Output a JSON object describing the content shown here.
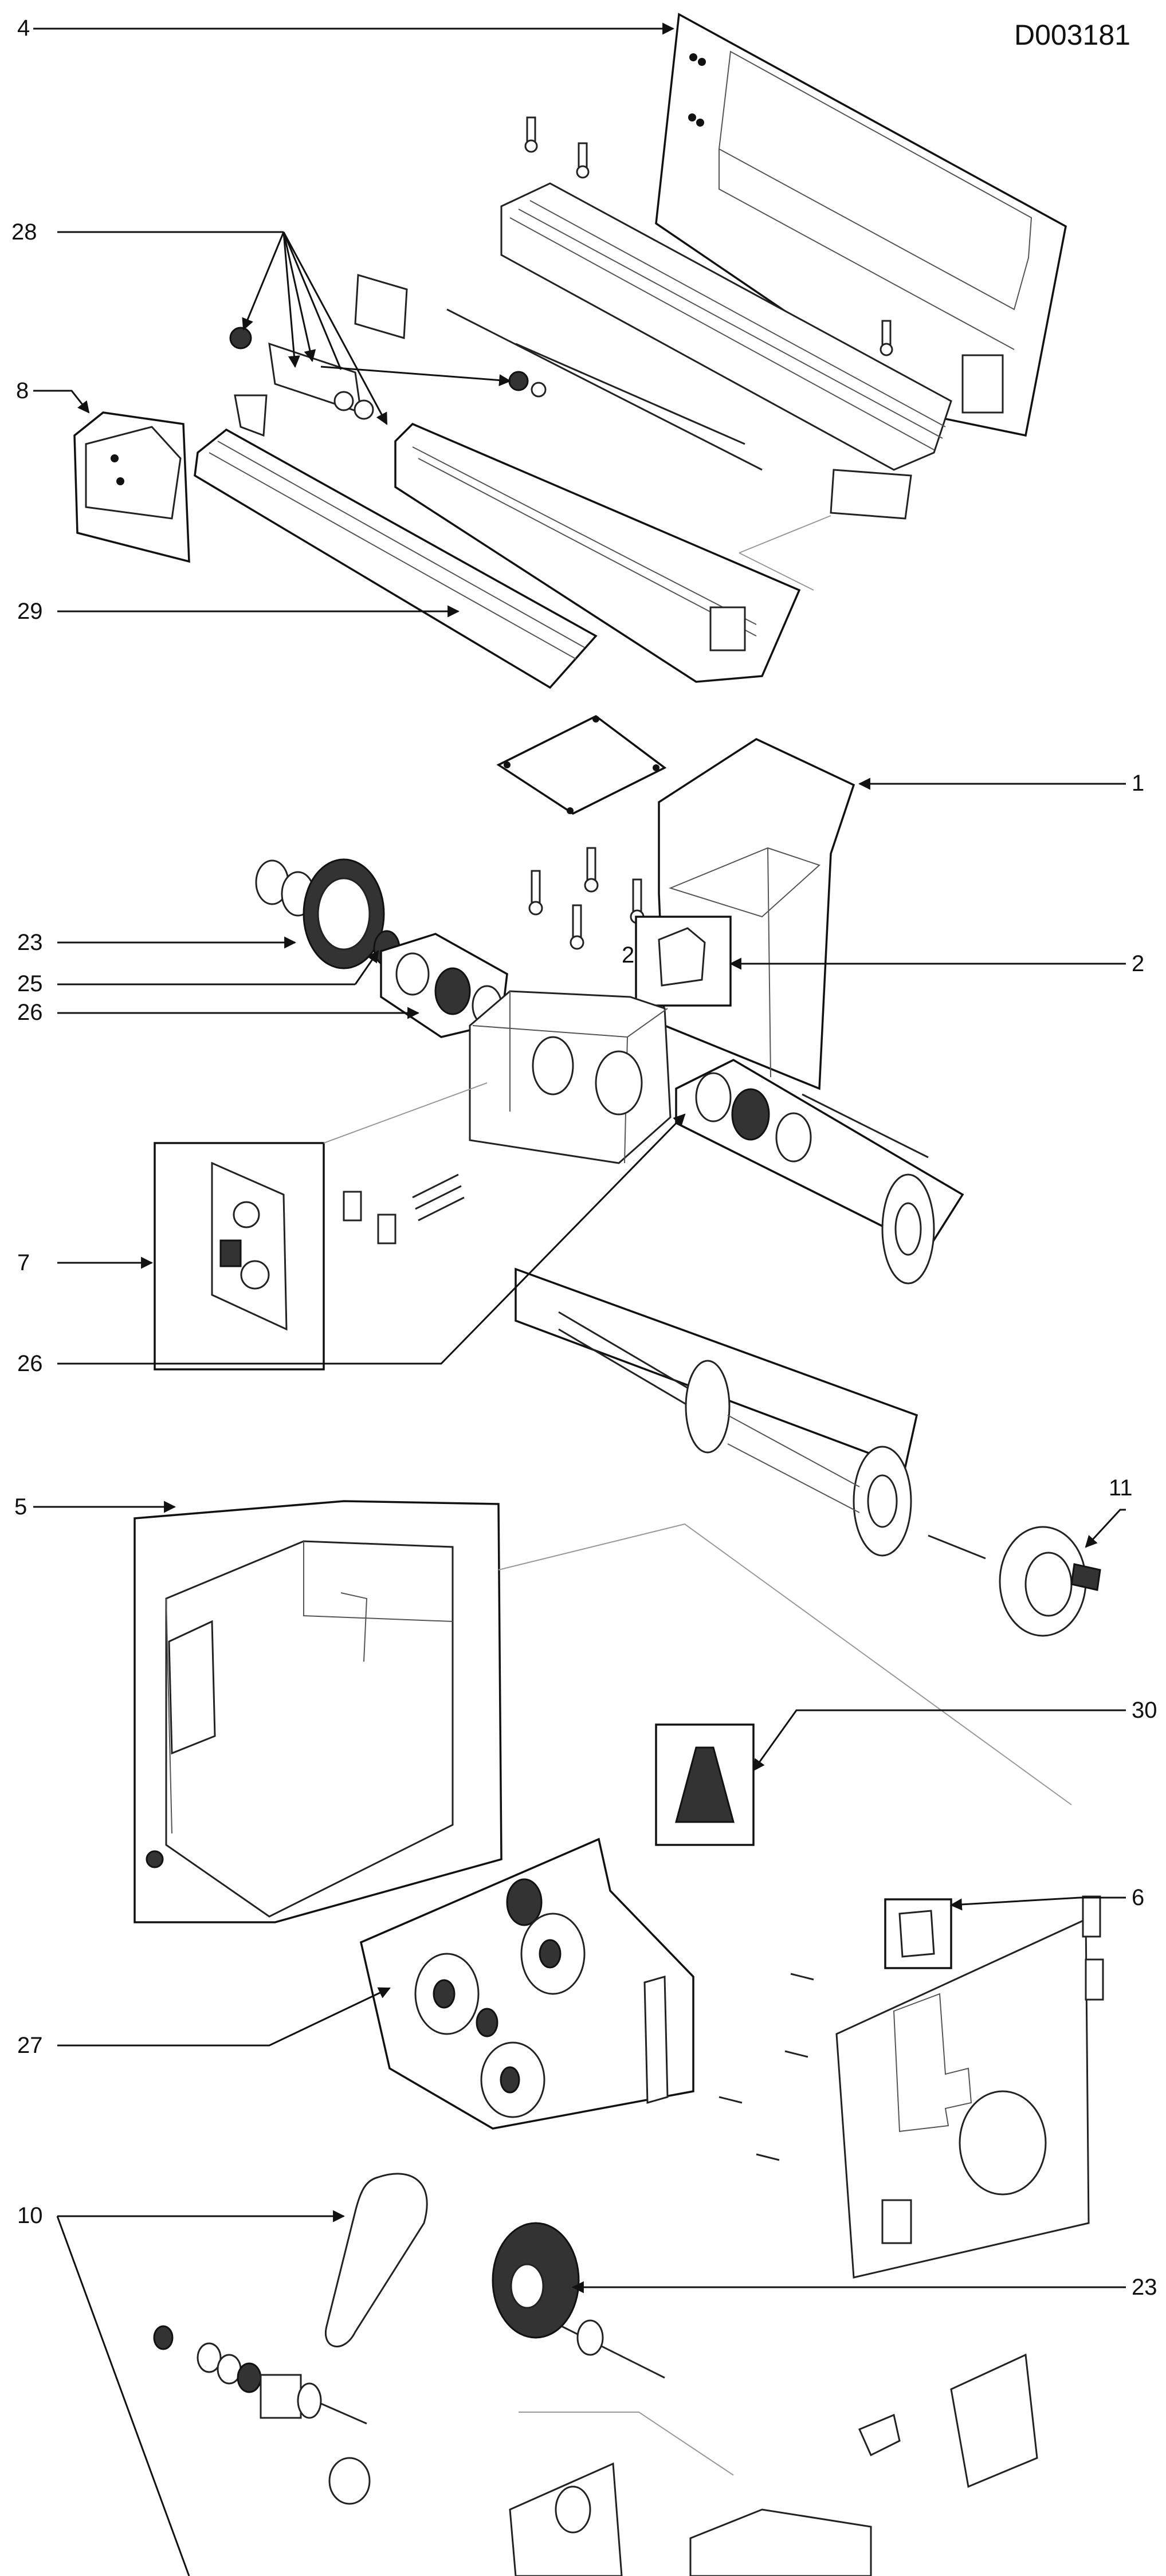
{
  "document_id": "D003181",
  "callouts": {
    "c4": "4",
    "c28": "28",
    "c8": "8",
    "c29": "29",
    "c1": "1",
    "c23_top": "23",
    "c2_left": "2",
    "c2_right": "2",
    "c25": "25",
    "c26_upper": "26",
    "c7": "7",
    "c26_lower": "26",
    "c11": "11",
    "c5": "5",
    "c30": "30",
    "c6": "6",
    "c27": "27",
    "c10": "10",
    "c23_bottom": "23"
  }
}
